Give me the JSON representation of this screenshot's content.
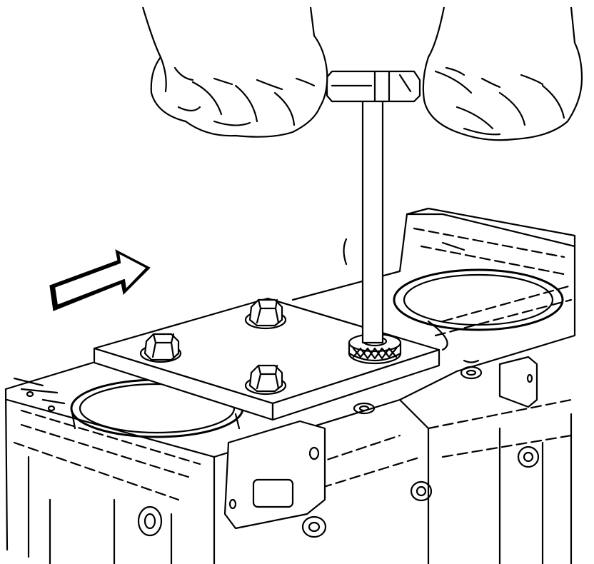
{
  "figure": {
    "colors": {
      "line": "#000000",
      "background": "#ffffff"
    },
    "parts": {
      "engine_block": "engine-block",
      "cylinder_bores": [
        "cylinder-bore-left",
        "cylinder-bore-right"
      ],
      "installer_plate": "installer-plate",
      "bolts": [
        "bolt-front-left",
        "bolt-back-right",
        "bolt-front-center"
      ],
      "t_handle_tool": "t-handle-tool",
      "knurled_nut": "knurled-nut",
      "hands": [
        "left-hand",
        "right-hand"
      ],
      "direction_arrow": "arrow-icon"
    }
  }
}
